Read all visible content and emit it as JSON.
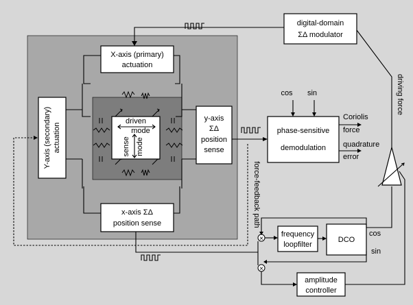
{
  "blocks": {
    "sigma_modulator": [
      "digital-domain",
      "ΣΔ modulator"
    ],
    "x_actuation": [
      "X-axis (primary)",
      "actuation"
    ],
    "y_actuation": [
      "Y-axis (secondary)",
      "actuation"
    ],
    "y_sense": [
      "y-axis",
      "ΣΔ",
      "position",
      "sense"
    ],
    "x_sense": [
      "x-axis ΣΔ",
      "position sense"
    ],
    "demod": [
      "phase-sensitive",
      "demodulation"
    ],
    "loopfilter": [
      "frequency",
      "loopfilter"
    ],
    "dco": "DCO",
    "amp_ctrl": [
      "amplitude",
      "controller"
    ],
    "driven_mode": [
      "driven",
      "mode"
    ],
    "sense_mode": [
      "sense",
      "mode"
    ]
  },
  "signals": {
    "cos_top": "cos",
    "sin_top": "sin",
    "coriolis": [
      "Coriolis",
      "force"
    ],
    "quadrature": [
      "quadrature",
      "error"
    ],
    "driving_force": "driving force",
    "force_feedback": "force-feedback path",
    "dco_cos": "cos",
    "dco_sin": "sin"
  },
  "mixer_symbol": "×"
}
